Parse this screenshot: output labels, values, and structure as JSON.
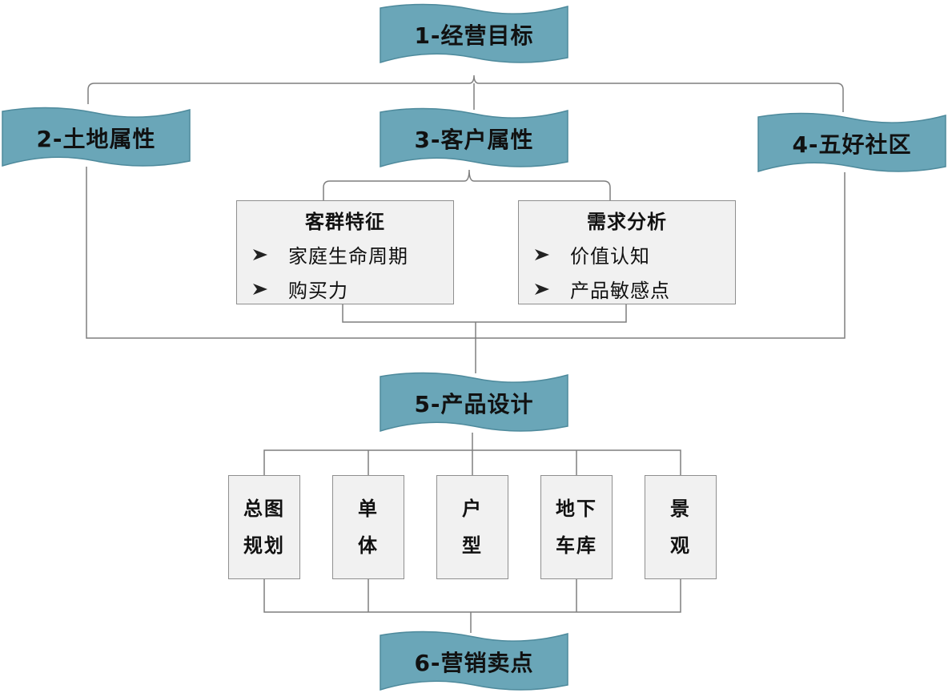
{
  "banners": {
    "goal": "1-经营目标",
    "land": "2-土地属性",
    "customer": "3-客户属性",
    "community": "4-五好社区",
    "design": "5-产品设计",
    "selling": "6-营销卖点"
  },
  "customer_features": {
    "title": "客群特征",
    "items": [
      "家庭生命周期",
      "购买力"
    ]
  },
  "demand_analysis": {
    "title": "需求分析",
    "items": [
      "价值认知",
      "产品敏感点"
    ]
  },
  "design_items": [
    {
      "line1": "总图",
      "line2": "规划"
    },
    {
      "line1": "单",
      "line2": "体"
    },
    {
      "line1": "户",
      "line2": "型"
    },
    {
      "line1": "地下",
      "line2": "车库"
    },
    {
      "line1": "景",
      "line2": "观"
    }
  ],
  "colors": {
    "banner_fill": "#6aa6b8",
    "banner_stroke": "#4e8a9c",
    "box_fill": "#f1f1f1",
    "box_border": "#8f8f8f",
    "connector": "#7f7f7f"
  }
}
